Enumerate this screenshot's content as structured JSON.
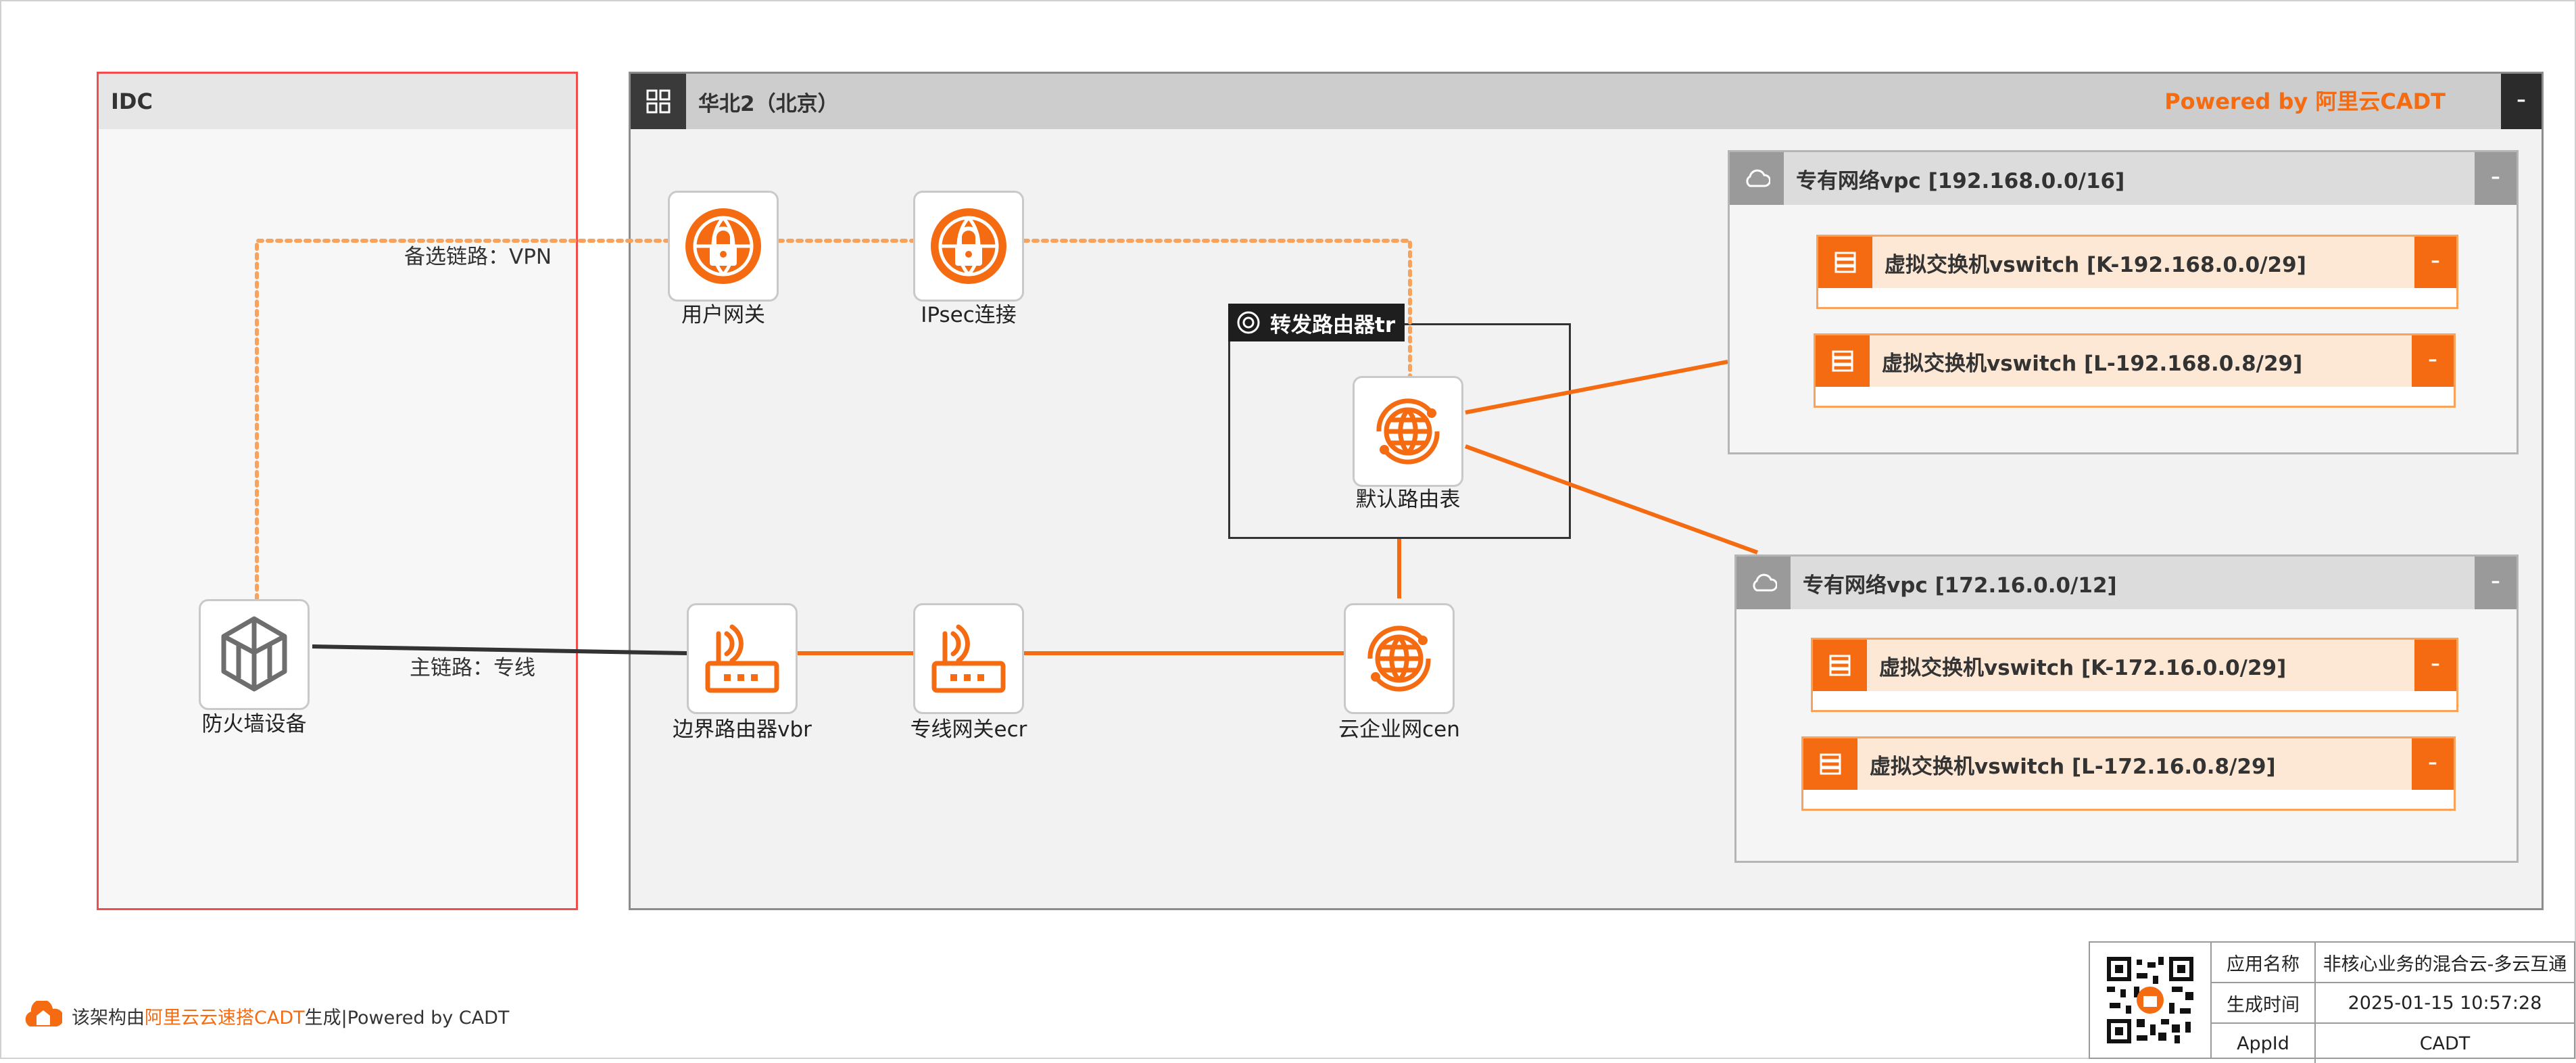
{
  "idc": {
    "title": "IDC"
  },
  "region": {
    "title": "华北2（北京）",
    "powered_by": "Powered by 阿里云CADT",
    "collapse": "-"
  },
  "transit_router": {
    "title": "转发路由器tr"
  },
  "nodes": {
    "firewall": "防火墙设备",
    "user_gateway": "用户网关",
    "ipsec": "IPsec连接",
    "route_table": "默认路由表",
    "vbr": "边界路由器vbr",
    "ecr": "专线网关ecr",
    "cen": "云企业网cen"
  },
  "edges": {
    "backup": "备选链路：VPN",
    "primary": "主链路：专线"
  },
  "vpcs": [
    {
      "title": "专有网络vpc [192.168.0.0/16]",
      "collapse": "-",
      "vswitches": [
        {
          "title": "虚拟交换机vswitch [K-192.168.0.0/29]",
          "collapse": "-"
        },
        {
          "title": "虚拟交换机vswitch [L-192.168.0.8/29]",
          "collapse": "-"
        }
      ]
    },
    {
      "title": "专有网络vpc [172.16.0.0/12]",
      "collapse": "-",
      "vswitches": [
        {
          "title": "虚拟交换机vswitch [K-172.16.0.0/29]",
          "collapse": "-"
        },
        {
          "title": "虚拟交换机vswitch [L-172.16.0.8/29]",
          "collapse": "-"
        }
      ]
    }
  ],
  "footer": {
    "prefix": "该架构由",
    "brand": "阿里云云速搭CADT",
    "suffix": "生成|Powered by CADT"
  },
  "meta": {
    "rows": [
      {
        "key": "应用名称",
        "value": "非核心业务的混合云-多云互通"
      },
      {
        "key": "生成时间",
        "value": "2025-01-15 10:57:28"
      },
      {
        "key": "AppId",
        "value": "CADT"
      }
    ]
  },
  "colors": {
    "accent": "#f46b11",
    "idc_border": "#f04e4e",
    "primary_link": "#333333",
    "backup_link": "#f9a25c"
  }
}
